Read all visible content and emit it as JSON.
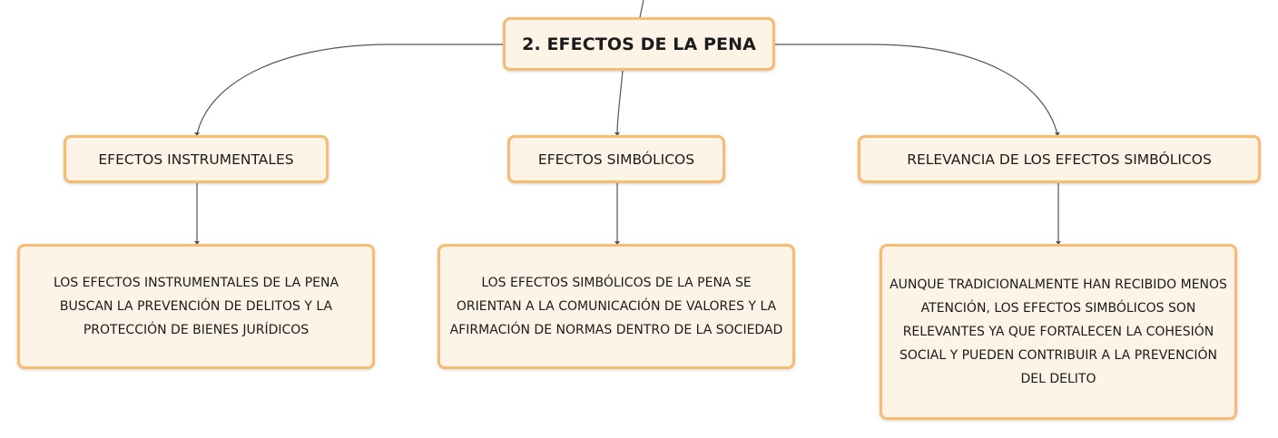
{
  "mindmap": {
    "root": {
      "label": "2. EFECTOS DE LA PENA"
    },
    "branches": [
      {
        "label": "EFECTOS INSTRUMENTALES",
        "detail": "LOS EFECTOS INSTRUMENTALES DE LA PENA BUSCAN LA PREVENCIÓN DE DELITOS Y LA PROTECCIÓN DE BIENES JURÍDICOS"
      },
      {
        "label": "EFECTOS SIMBÓLICOS",
        "detail": "LOS EFECTOS SIMBÓLICOS DE LA PENA SE ORIENTAN A LA COMUNICACIÓN DE VALORES Y LA AFIRMACIÓN DE NORMAS DENTRO DE LA SOCIEDAD"
      },
      {
        "label": "RELEVANCIA DE LOS EFECTOS SIMBÓLICOS",
        "detail": "AUNQUE TRADICIONALMENTE HAN RECIBIDO MENOS ATENCIÓN, LOS EFECTOS SIMBÓLICOS SON RELEVANTES YA QUE FORTALECEN LA COHESIÓN SOCIAL Y PUEDEN CONTRIBUIR A LA PREVENCIÓN DEL DELITO"
      }
    ]
  },
  "colors": {
    "node_fill": "#fdf3e6",
    "node_border": "#f6bc72",
    "connector": "#555555",
    "text": "#1b1b1b"
  }
}
